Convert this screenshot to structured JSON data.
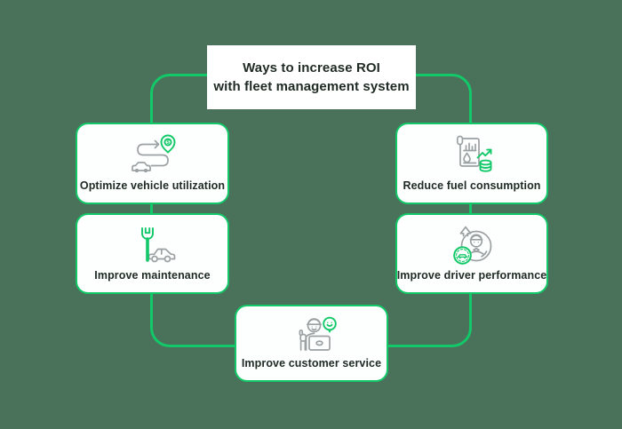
{
  "theme": {
    "background_color": "#4A7159",
    "accent_color": "#12C868",
    "card_bg": "#FDFFFE",
    "text_color": "#1F2A24",
    "icon_gray": "#9BA1A3"
  },
  "title_card": {
    "line1": "Ways to increase ROI",
    "line2": "with fleet management system"
  },
  "cards": [
    {
      "id": "optimize-vehicle-utilization",
      "label": "Optimize vehicle utilization",
      "icon": "route-to-money-pin-icon"
    },
    {
      "id": "improve-maintenance",
      "label": "Improve maintenance",
      "icon": "wrench-car-icon"
    },
    {
      "id": "reduce-fuel-consumption",
      "label": "Reduce fuel consumption",
      "icon": "fuel-report-growth-icon"
    },
    {
      "id": "improve-driver-performance",
      "label": "Improve driver performance",
      "icon": "driver-steering-wheel-icon"
    },
    {
      "id": "improve-customer-service",
      "label": "Improve customer service",
      "icon": "support-agent-laptop-icon"
    }
  ]
}
